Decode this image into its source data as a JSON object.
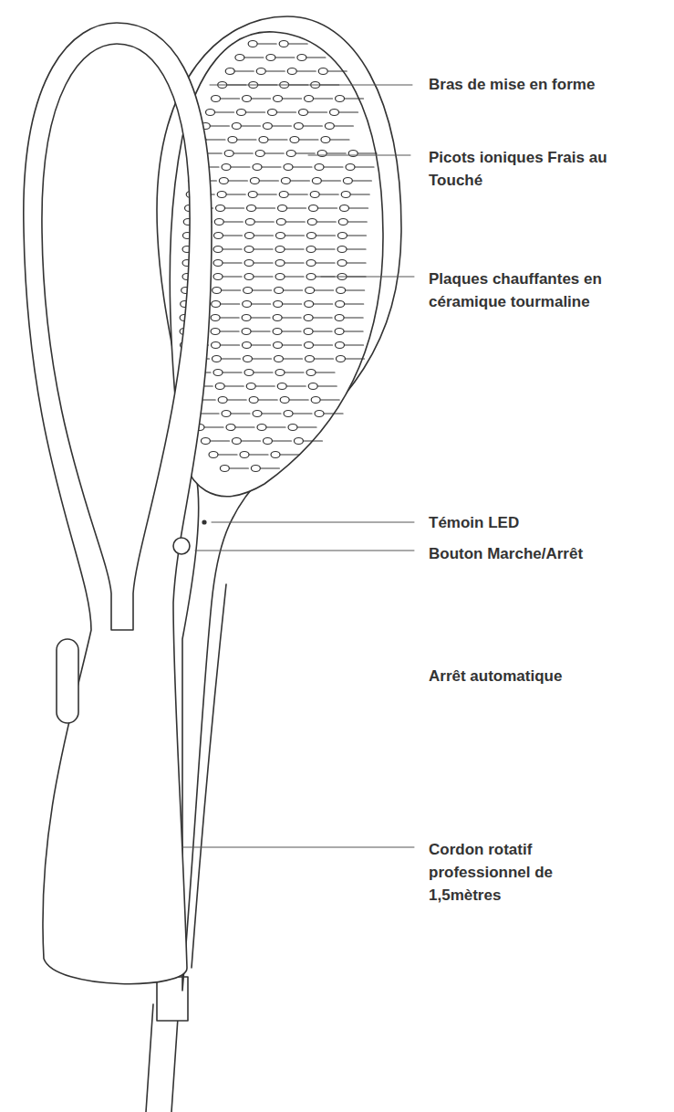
{
  "diagram": {
    "labels": [
      "Bras de mise en forme",
      "Picots ioniques Frais au Touché",
      "Plaques chauffantes en céramique tourmaline",
      "Témoin LED",
      "Bouton Marche/Arrêt",
      "Arrêt automatique",
      "Cordon rotatif professionnel de 1,5mètres"
    ]
  }
}
